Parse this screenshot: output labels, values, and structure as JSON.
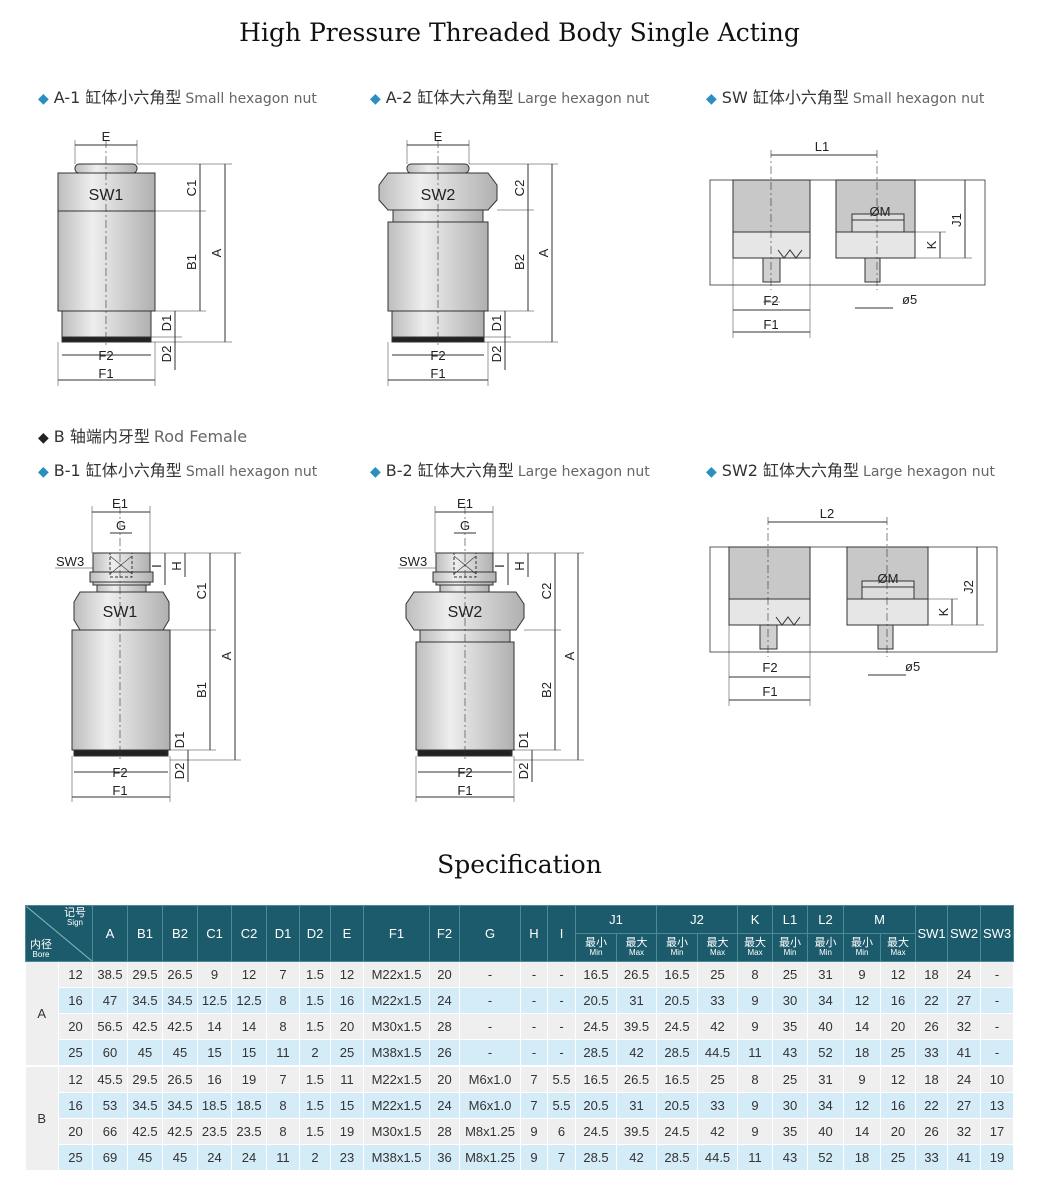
{
  "title": "High Pressure Threaded Body Single Acting",
  "sections": {
    "a1": {
      "label": "A-1 缸体小六角型",
      "en": "Small hexagon nut"
    },
    "a2": {
      "label": "A-2 缸体大六角型",
      "en": "Large hexagon nut"
    },
    "sw": {
      "label": "SW 缸体小六角型",
      "en": "Small hexagon nut"
    },
    "b": {
      "label": "B  轴端内牙型",
      "en": "Rod Female"
    },
    "b1": {
      "label": "B-1 缸体小六角型",
      "en": "Small hexagon nut"
    },
    "b2": {
      "label": "B-2 缸体大六角型",
      "en": "Large hexagon nut"
    },
    "sw2": {
      "label": "SW2 缸体大六角型",
      "en": "Large hexagon nut"
    }
  },
  "diagrams": {
    "a1": {
      "E": "E",
      "SW": "SW1",
      "C": "C1",
      "A": "A",
      "B": "B1",
      "D1": "D1",
      "D2": "D2",
      "F2": "F2",
      "F1": "F1"
    },
    "a2": {
      "E": "E",
      "SW": "SW2",
      "C": "C2",
      "A": "A",
      "B": "B2",
      "D1": "D1",
      "D2": "D2",
      "F2": "F2",
      "F1": "F1"
    },
    "sw": {
      "L": "L1",
      "M": "ØM",
      "J": "J1",
      "K": "K",
      "F2": "F2",
      "F1": "F1",
      "d5": "ø5"
    },
    "b1": {
      "E1": "E1",
      "G": "G",
      "SW3": "SW3",
      "I": "I",
      "H": "H",
      "C": "C1",
      "SW": "SW1",
      "A": "A",
      "B": "B1",
      "D1": "D1",
      "D2": "D2",
      "F2": "F2",
      "F1": "F1"
    },
    "b2": {
      "E1": "E1",
      "G": "G",
      "SW3": "SW3",
      "I": "I",
      "H": "H",
      "C": "C2",
      "SW": "SW2",
      "A": "A",
      "B": "B2",
      "D1": "D1",
      "D2": "D2",
      "F2": "F2",
      "F1": "F1"
    },
    "sw2": {
      "L": "L2",
      "M": "ØM",
      "J": "J2",
      "K": "K",
      "F2": "F2",
      "F1": "F1",
      "d5": "ø5"
    }
  },
  "spec_title": "Specification",
  "table": {
    "corner": {
      "sign_zh": "记号",
      "sign_en": "Sign",
      "bore_zh": "内径",
      "bore_en": "Bore"
    },
    "simple_cols": [
      "A",
      "B1",
      "B2",
      "C1",
      "C2",
      "D1",
      "D2",
      "E",
      "F1",
      "F2",
      "G",
      "H",
      "I"
    ],
    "group_cols": {
      "J1": "J1",
      "J2": "J2",
      "K": "K",
      "L1": "L1",
      "L2": "L2",
      "M": "M"
    },
    "min_zh": "最小",
    "min_en": "Min",
    "max_zh": "最大",
    "max_en": "Max",
    "tail_cols": [
      "SW1",
      "SW2",
      "SW3"
    ],
    "groups": [
      {
        "type": "A",
        "rows": [
          [
            "12",
            "38.5",
            "29.5",
            "26.5",
            "9",
            "12",
            "7",
            "1.5",
            "12",
            "M22x1.5",
            "20",
            "-",
            "-",
            "-",
            "16.5",
            "26.5",
            "16.5",
            "25",
            "8",
            "25",
            "31",
            "9",
            "12",
            "18",
            "24",
            "-"
          ],
          [
            "16",
            "47",
            "34.5",
            "34.5",
            "12.5",
            "12.5",
            "8",
            "1.5",
            "16",
            "M22x1.5",
            "24",
            "-",
            "-",
            "-",
            "20.5",
            "31",
            "20.5",
            "33",
            "9",
            "30",
            "34",
            "12",
            "16",
            "22",
            "27",
            "-"
          ],
          [
            "20",
            "56.5",
            "42.5",
            "42.5",
            "14",
            "14",
            "8",
            "1.5",
            "20",
            "M30x1.5",
            "28",
            "-",
            "-",
            "-",
            "24.5",
            "39.5",
            "24.5",
            "42",
            "9",
            "35",
            "40",
            "14",
            "20",
            "26",
            "32",
            "-"
          ],
          [
            "25",
            "60",
            "45",
            "45",
            "15",
            "15",
            "11",
            "2",
            "25",
            "M38x1.5",
            "26",
            "-",
            "-",
            "-",
            "28.5",
            "42",
            "28.5",
            "44.5",
            "11",
            "43",
            "52",
            "18",
            "25",
            "33",
            "41",
            "-"
          ]
        ]
      },
      {
        "type": "B",
        "rows": [
          [
            "12",
            "45.5",
            "29.5",
            "26.5",
            "16",
            "19",
            "7",
            "1.5",
            "11",
            "M22x1.5",
            "20",
            "M6x1.0",
            "7",
            "5.5",
            "16.5",
            "26.5",
            "16.5",
            "25",
            "8",
            "25",
            "31",
            "9",
            "12",
            "18",
            "24",
            "10"
          ],
          [
            "16",
            "53",
            "34.5",
            "34.5",
            "18.5",
            "18.5",
            "8",
            "1.5",
            "15",
            "M22x1.5",
            "24",
            "M6x1.0",
            "7",
            "5.5",
            "20.5",
            "31",
            "20.5",
            "33",
            "9",
            "30",
            "34",
            "12",
            "16",
            "22",
            "27",
            "13"
          ],
          [
            "20",
            "66",
            "42.5",
            "42.5",
            "23.5",
            "23.5",
            "8",
            "1.5",
            "19",
            "M30x1.5",
            "28",
            "M8x1.25",
            "9",
            "6",
            "24.5",
            "39.5",
            "24.5",
            "42",
            "9",
            "35",
            "40",
            "14",
            "20",
            "26",
            "32",
            "17"
          ],
          [
            "25",
            "69",
            "45",
            "45",
            "24",
            "24",
            "11",
            "2",
            "23",
            "M38x1.5",
            "36",
            "M8x1.25",
            "9",
            "7",
            "28.5",
            "42",
            "28.5",
            "44.5",
            "11",
            "43",
            "52",
            "18",
            "25",
            "33",
            "41",
            "19"
          ]
        ]
      }
    ]
  }
}
